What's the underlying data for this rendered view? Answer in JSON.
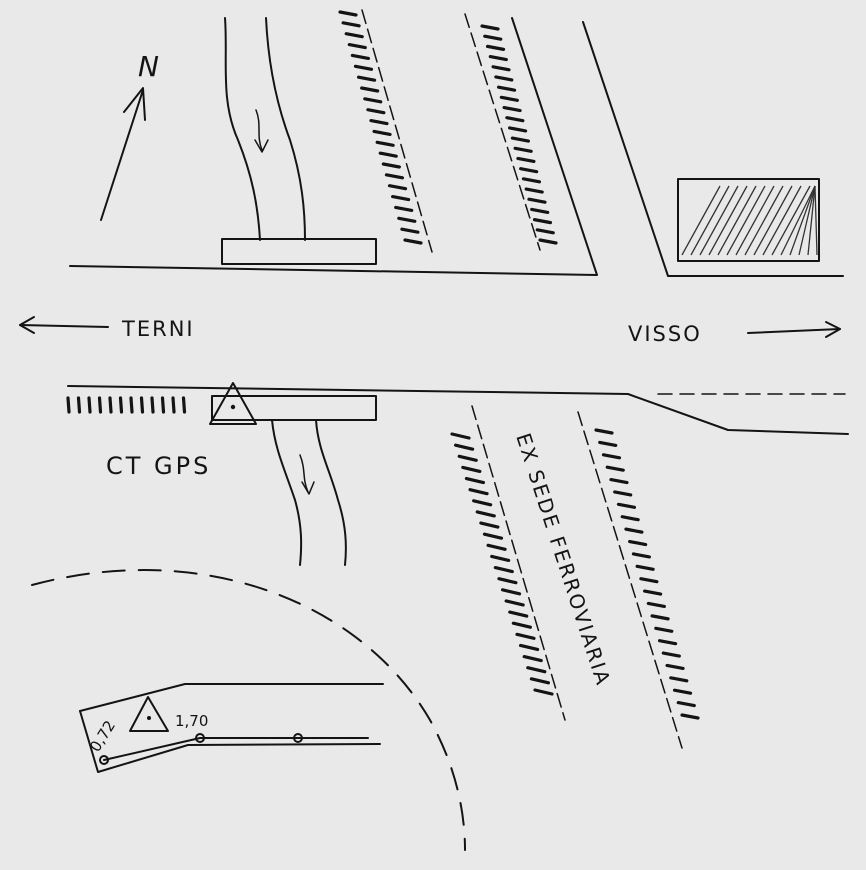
{
  "map": {
    "north_label": "N",
    "west_label": "TERNI",
    "east_label": "VISSO",
    "station_label": "CT GPS",
    "railway_label": "EX SEDE FERROVIARIA",
    "inset": {
      "measure_left": "0,72",
      "measure_right": "1,70"
    }
  }
}
